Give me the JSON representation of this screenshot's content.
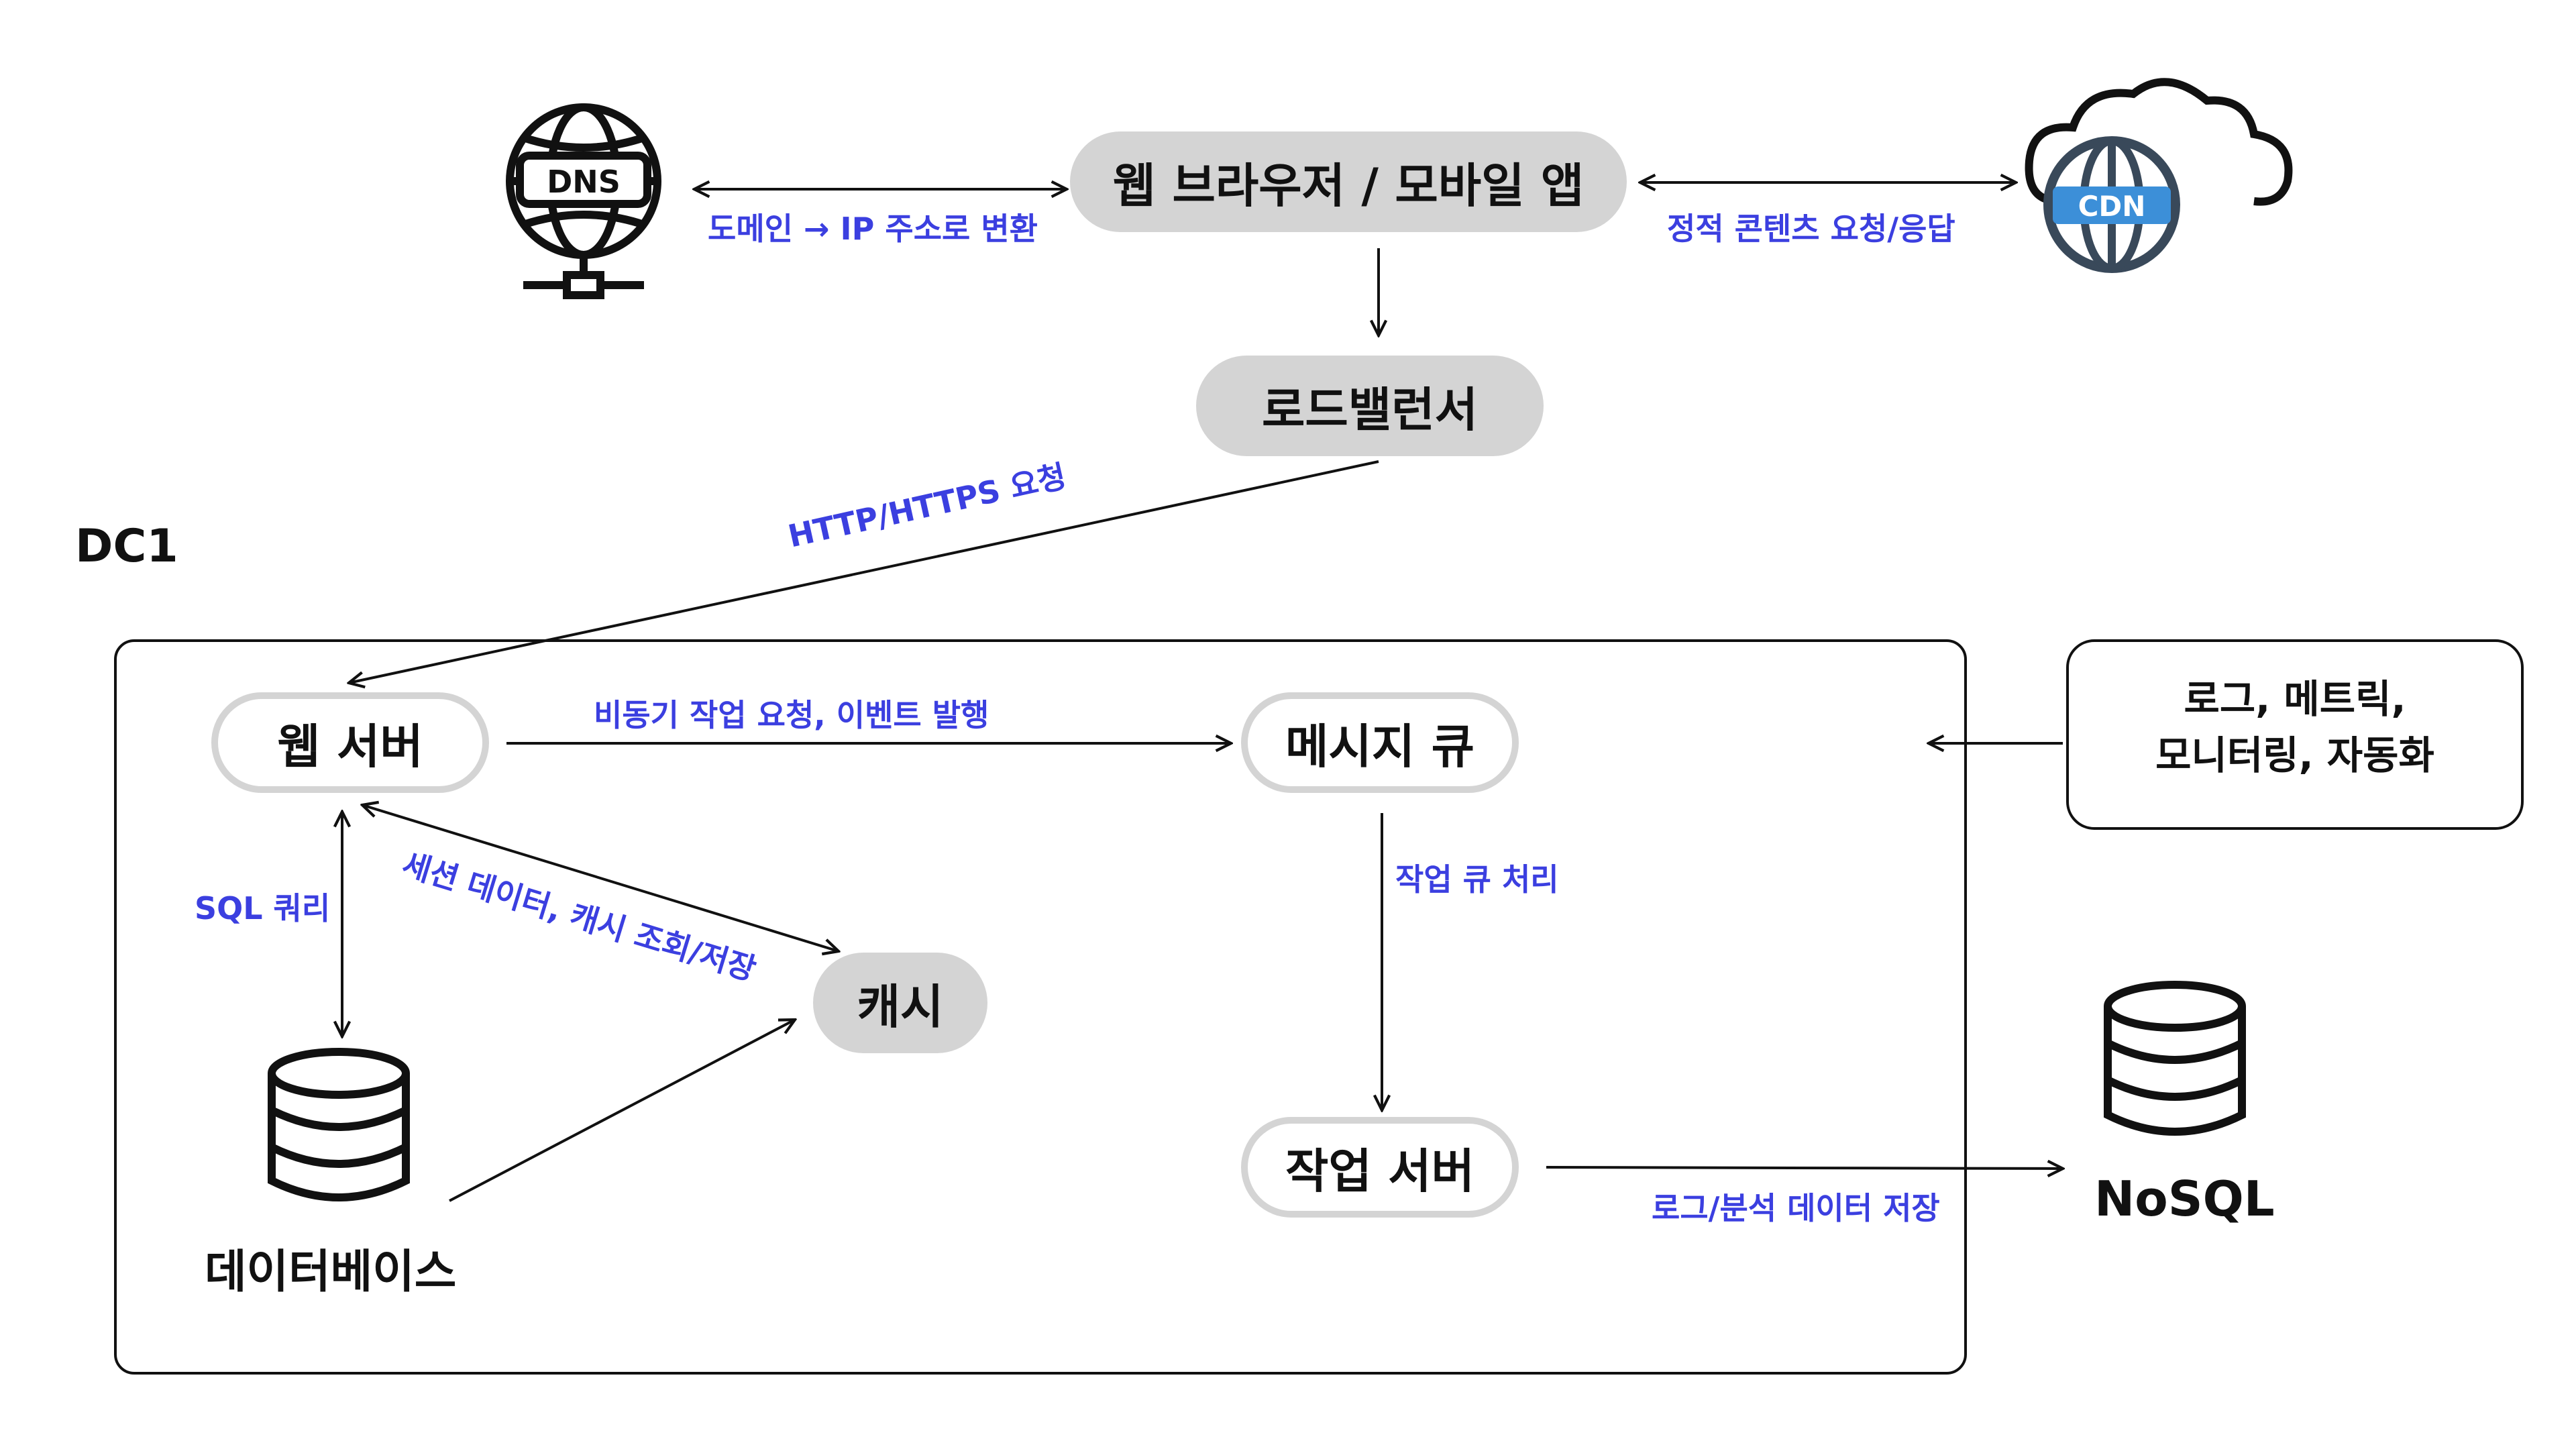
{
  "diagram": {
    "dc_label": "DC1",
    "nodes": {
      "browser": "웹 브라우저 / 모바일 앱",
      "load_balancer": "로드밸런서",
      "web_server": "웹 서버",
      "message_queue": "메시지 큐",
      "cache": "캐시",
      "worker": "작업 서버",
      "database": "데이터베이스",
      "nosql": "NoSQL",
      "monitoring_line1": "로그, 메트릭,",
      "monitoring_line2": "모니터링, 자동화",
      "dns_icon_text": "DNS",
      "cdn_icon_text": "CDN"
    },
    "edges": {
      "dns_browser": "도메인 → IP 주소로 변환",
      "browser_cdn": "정적 콘텐츠 요청/응답",
      "lb_web": "HTTP/HTTPS 요청",
      "web_queue": "비동기 작업 요청, 이벤트 발행",
      "web_db": "SQL 쿼리",
      "web_cache": "세션 데이터, 캐시 조회/저장",
      "queue_worker": "작업 큐 처리",
      "worker_nosql": "로그/분석 데이터 저장"
    },
    "colors": {
      "edge_label": "#3b3fe0",
      "node_fill": "#d4d4d4",
      "stroke": "#111111"
    },
    "icons": [
      "dns-globe-icon",
      "cdn-cloud-icon",
      "database-icon",
      "nosql-database-icon"
    ]
  }
}
